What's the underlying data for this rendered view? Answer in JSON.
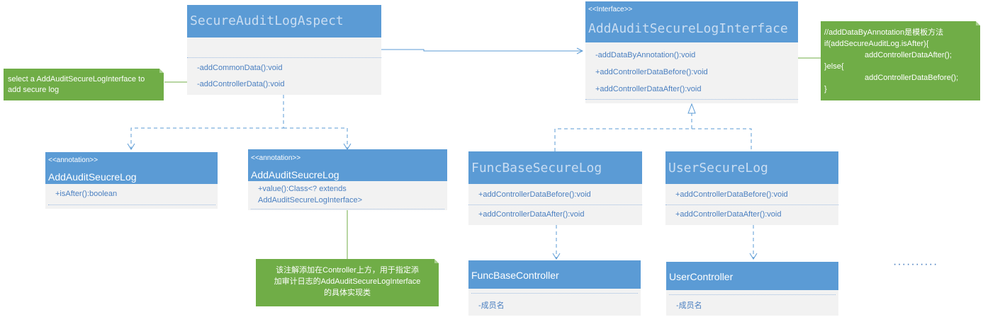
{
  "classes": {
    "aspect": {
      "name": "SecureAuditLogAspect",
      "methods": [
        "-addCommonData():void",
        "-addControllerData():void"
      ]
    },
    "interface": {
      "stereotype": "<<Interface>>",
      "name": "AddAuditSecureLogInterface",
      "methods": [
        "-addDataByAnnotation():void",
        "+addControllerDataBefore():void",
        "+addControllerDataAfter():void"
      ]
    },
    "annotation1": {
      "stereotype": "<<annotation>>",
      "name": "AddAuditSeucreLog",
      "methods": [
        "+isAfter():boolean"
      ]
    },
    "annotation2": {
      "stereotype": "<<annotation>>",
      "name": "AddAuditSeucreLog",
      "methods": [
        "+value():Class<? extends",
        "AddAuditSecureLogInterface>"
      ]
    },
    "func_base_log": {
      "name": "FuncBaseSecureLog",
      "methods": [
        "+addControllerDataBefore():void",
        "+addControllerDataAfter():void"
      ]
    },
    "user_log": {
      "name": "UserSecureLog",
      "methods": [
        "+addControllerDataBefore():void",
        "+addControllerDataAfter():void"
      ]
    },
    "func_base_controller": {
      "name": "FuncBaseController",
      "fields": [
        "-成员名"
      ]
    },
    "user_controller": {
      "name": "UserController",
      "fields": [
        "-成员名"
      ]
    }
  },
  "notes": {
    "left": [
      "select a AddAuditSecureLogInterface to",
      "add secure log"
    ],
    "right": [
      "//addDataByAnnotation是模板方法",
      "if(addSecureAuditLog.isAfter){",
      "addControllerDataAfter();",
      "}else{",
      "addControllerDataBefore();",
      "}"
    ],
    "bottom": [
      "该注解添加在Controller上方，用于指定添",
      "加审计日志的AddAuditSecureLogInterface",
      "的具体实现类"
    ]
  },
  "ellipsis": "··········",
  "colors": {
    "header": "#5b9bd5",
    "body": "#f2f2f2",
    "note": "#70ad47",
    "line": "#5b9bd5"
  }
}
